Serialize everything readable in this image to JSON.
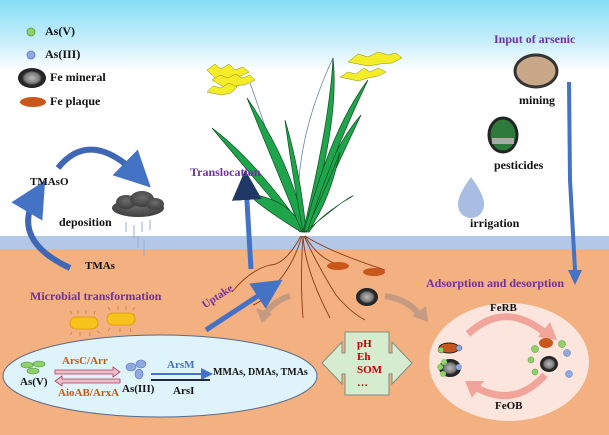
{
  "legend": {
    "items": [
      {
        "label": "As(V)",
        "symbol": "green-dot",
        "color": "#8dd36a"
      },
      {
        "label": "As(III)",
        "symbol": "blue-dot",
        "color": "#8fa8e0"
      },
      {
        "label": "Fe mineral",
        "symbol": "fe-mineral",
        "color": "#333333"
      },
      {
        "label": "Fe plaque",
        "symbol": "fe-plaque",
        "color": "#c9561a"
      }
    ]
  },
  "atmosphere": {
    "tmaso": "TMAsO",
    "deposition": "deposition",
    "tmas": "TMAs"
  },
  "plant": {
    "translocation": "Translocation",
    "uptake": "Uptake"
  },
  "input": {
    "title": "Input of arsenic",
    "mining": "mining",
    "pesticides": "pesticides",
    "irrigation": "irrigation"
  },
  "microbial": {
    "title": "Microbial transformation",
    "asv": "As(V)",
    "asiii": "As(III)",
    "reduction": "ArsC/Arr",
    "oxidation": "AioAB/ArxA",
    "methylation": "ArsM",
    "demethylation": "ArsI",
    "products": "MMAs, DMAs, TMAs"
  },
  "factors": {
    "items": [
      "pH",
      "Eh",
      "SOM",
      "…"
    ]
  },
  "adsorption": {
    "title": "Adsorption and desorption",
    "ferb": "FeRB",
    "feob": "FeOB"
  },
  "colors": {
    "sky_top": "#86def7",
    "water_layer": "#b3c7e6",
    "soil": "#f3b081",
    "arrow_blue": "#4472c4",
    "label_purple": "#7030a0",
    "enzyme_orange": "#c55a11",
    "enzyme_blue": "#4472c4",
    "factor_red": "#c00000"
  }
}
